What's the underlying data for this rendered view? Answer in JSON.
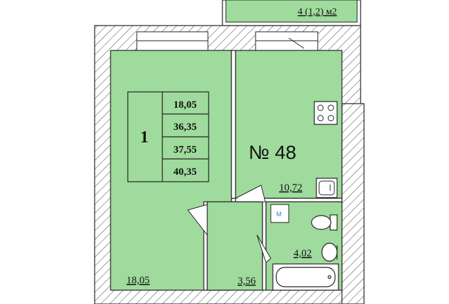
{
  "balcony": {
    "label": "4 (1,2) м2"
  },
  "summary": {
    "rooms": "1",
    "areas": [
      "18,05",
      "36,35",
      "37,55",
      "40,35"
    ]
  },
  "apartment": {
    "number": "№ 48"
  },
  "rooms": {
    "living": "18,05",
    "kitchen": "10,72",
    "bathroom": "4,02",
    "hall": "3,56"
  },
  "meter": {
    "label": "M"
  },
  "colors": {
    "floor": "#9fdb9c",
    "wall": "#ffffff",
    "line": "#222222"
  }
}
